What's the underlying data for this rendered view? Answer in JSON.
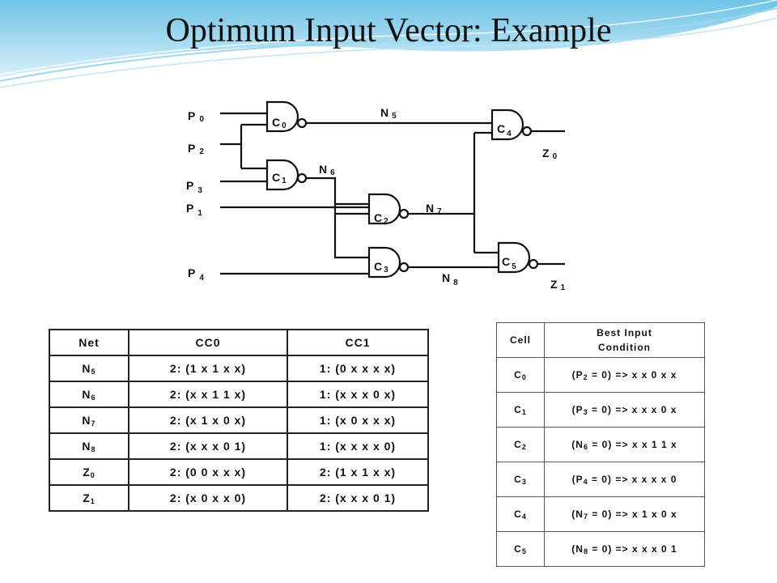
{
  "slide": {
    "title": "Optimum Input Vector: Example"
  },
  "circuit": {
    "inputs": {
      "p0": "P",
      "p0_sub": "0",
      "p2": "P",
      "p2_sub": "2",
      "p3": "P",
      "p3_sub": "3",
      "p1": "P",
      "p1_sub": "1",
      "p4": "P",
      "p4_sub": "4"
    },
    "gates": {
      "c0": "C",
      "c0_sub": "0",
      "c1": "C",
      "c1_sub": "1",
      "c2": "C",
      "c2_sub": "2",
      "c3": "C",
      "c3_sub": "3",
      "c4": "C",
      "c4_sub": "4",
      "c5": "C",
      "c5_sub": "5"
    },
    "nets": {
      "n5": "N",
      "n5_sub": "5",
      "n6": "N",
      "n6_sub": "6",
      "n7": "N",
      "n7_sub": "7",
      "n8": "N",
      "n8_sub": "8"
    },
    "outputs": {
      "z0": "Z",
      "z0_sub": "0",
      "z1": "Z",
      "z1_sub": "1"
    }
  },
  "cc_table": {
    "headers": [
      "Net",
      "CC0",
      "CC1"
    ],
    "rows": [
      {
        "net": "N",
        "sub": "5",
        "cc0": "2: (1 x 1 x x)",
        "cc1": "1: (0 x x x x)"
      },
      {
        "net": "N",
        "sub": "6",
        "cc0": "2: (x x 1 1 x)",
        "cc1": "1: (x x x 0 x)"
      },
      {
        "net": "N",
        "sub": "7",
        "cc0": "2: (x 1 x 0 x)",
        "cc1": "1: (x 0 x x x)"
      },
      {
        "net": "N",
        "sub": "8",
        "cc0": "2: (x x x 0 1)",
        "cc1": "1: (x x x x 0)"
      },
      {
        "net": "Z",
        "sub": "0",
        "cc0": "2: (0 0 x x x)",
        "cc1": "2: (1 x 1 x x)"
      },
      {
        "net": "Z",
        "sub": "1",
        "cc0": "2: (x 0 x x 0)",
        "cc1": "2: (x x x 0 1)"
      }
    ]
  },
  "best_table": {
    "header_cell": "Cell",
    "header_cond_1": "Best Input",
    "header_cond_2": "Condition",
    "rows": [
      {
        "cell": "C",
        "cell_sub": "0",
        "var": "(P",
        "var_sub": "2",
        "cond": "= 0) => x x 0 x x"
      },
      {
        "cell": "C",
        "cell_sub": "1",
        "var": "(P",
        "var_sub": "3",
        "cond": "= 0) => x x x 0 x"
      },
      {
        "cell": "C",
        "cell_sub": "2",
        "var": "(N",
        "var_sub": "6",
        "cond": "= 0) => x x 1 1 x"
      },
      {
        "cell": "C",
        "cell_sub": "3",
        "var": "(P",
        "var_sub": "4",
        "cond": "= 0) => x x x x 0"
      },
      {
        "cell": "C",
        "cell_sub": "4",
        "var": "(N",
        "var_sub": "7",
        "cond": "= 0) => x 1 x 0 x"
      },
      {
        "cell": "C",
        "cell_sub": "5",
        "var": "(N",
        "var_sub": "8",
        "cond": "= 0) => x x x 0 1"
      }
    ]
  }
}
